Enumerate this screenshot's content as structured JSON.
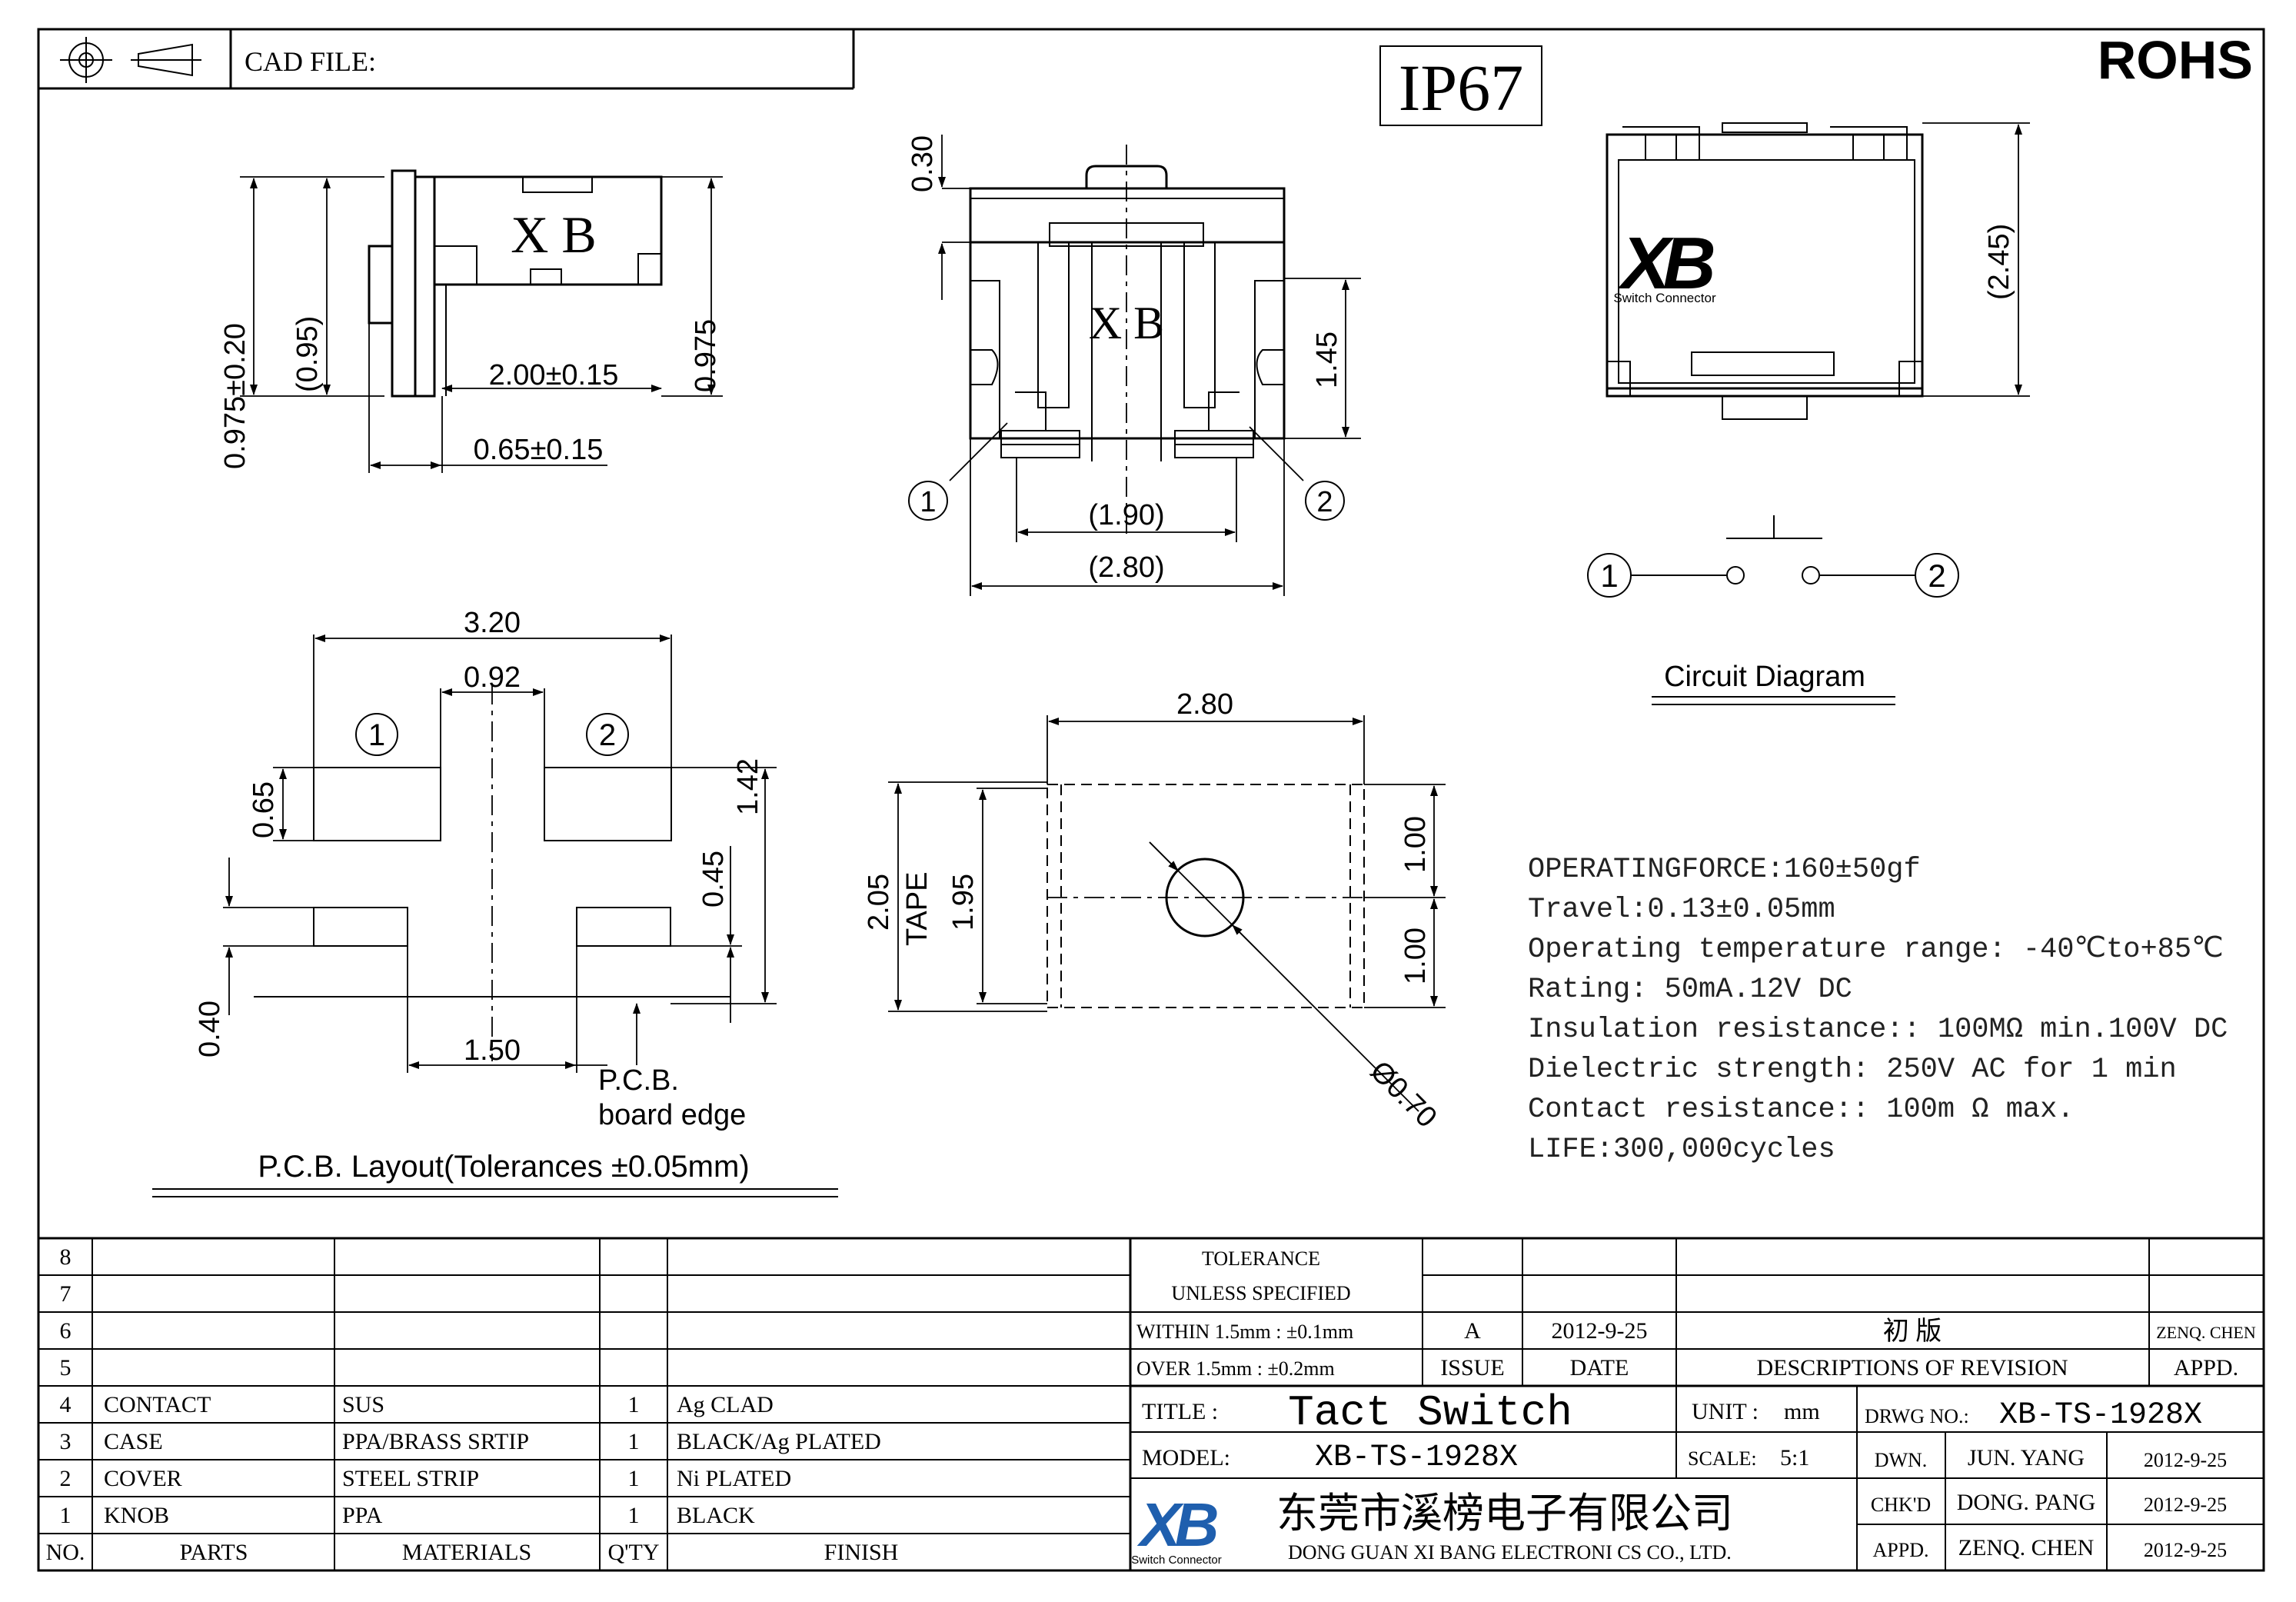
{
  "header": {
    "cad_file_label": "CAD FILE:",
    "ip_rating": "IP67",
    "rohs": "ROHS"
  },
  "side_view": {
    "marking": "X B",
    "dims": {
      "height_total": "0.975±0.20",
      "height_ref": "(0.95)",
      "length": "2.00±0.15",
      "height_right": "0.975",
      "offset": "0.65±0.15"
    }
  },
  "front_view": {
    "marking": "X B",
    "dims": {
      "top": "0.30",
      "height": "1.45",
      "inner": "(1.90)",
      "outer": "(2.80)"
    },
    "pins": [
      "1",
      "2"
    ]
  },
  "top_view": {
    "logo_text": "XB",
    "logo_sub": "Switch Connector",
    "dims": {
      "height": "(2.45)"
    }
  },
  "circuit": {
    "pins": [
      "1",
      "2"
    ],
    "label": "Circuit Diagram"
  },
  "pcb_layout": {
    "pins": [
      "1",
      "2"
    ],
    "dims": {
      "width": "3.20",
      "gap": "0.92",
      "pad_h": "0.65",
      "total_h": "1.42",
      "small_h": "0.45",
      "lower": "0.40",
      "spacing": "1.50"
    },
    "edge_label_1": "P.C.B.",
    "edge_label_2": "board edge",
    "title": "P.C.B. Layout(Tolerances ±0.05mm)"
  },
  "tape_view": {
    "dims": {
      "width": "2.80",
      "tape": "2.05",
      "tape_label": "TAPE",
      "inner_h": "1.95",
      "upper": "1.00",
      "lower": "1.00",
      "dia": "Ø0.70"
    }
  },
  "specs": [
    "OPERATINGFORCE:160±50gf",
    "Travel:0.13±0.05mm",
    "Operating temperature range: -40℃to+85℃",
    "Rating: 50mA.12V DC",
    "Insulation resistance:: 100MΩ min.100V DC",
    "Dielectric strength:  250V AC for 1 min",
    "Contact resistance:: 100m Ω max.",
    "LIFE:300,000cycles"
  ],
  "bom": {
    "headers": {
      "no": "NO.",
      "parts": "PARTS",
      "materials": "MATERIALS",
      "qty": "Q'TY",
      "finish": "FINISH"
    },
    "empty_rows": [
      "8",
      "7",
      "6",
      "5"
    ],
    "rows": [
      {
        "no": "4",
        "part": "CONTACT",
        "material": "SUS",
        "qty": "1",
        "finish": "Ag CLAD"
      },
      {
        "no": "3",
        "part": "CASE",
        "material": "PPA/BRASS SRTIP",
        "qty": "1",
        "finish": "BLACK/Ag PLATED"
      },
      {
        "no": "2",
        "part": "COVER",
        "material": "STEEL STRIP",
        "qty": "1",
        "finish": "Ni PLATED"
      },
      {
        "no": "1",
        "part": "KNOB",
        "material": "PPA",
        "qty": "1",
        "finish": "BLACK"
      }
    ]
  },
  "title_block": {
    "tolerance_1": "TOLERANCE",
    "tolerance_2": "UNLESS  SPECIFIED",
    "within": "WITHIN 1.5mm : ±0.1mm",
    "over": "OVER 1.5mm : ±0.2mm",
    "issue_value": "A",
    "issue_date": "2012-9-25",
    "revision_desc": "初  版",
    "revision_by": "ZENQ. CHEN",
    "issue_label": "ISSUE",
    "date_label": "DATE",
    "desc_label": "DESCRIPTIONS OF REVISION",
    "appd_label": "APPD.",
    "title_label": "TITLE :",
    "title_value": "Tact Switch",
    "unit_label": "UNIT :",
    "unit_value": "mm",
    "drwg_label": "DRWG NO.:",
    "drwg_value": "XB-TS-1928X",
    "model_label": "MODEL:",
    "model_value": "XB-TS-1928X",
    "scale_label": "SCALE:",
    "scale_value": "5:1",
    "dwn_label": "DWN.",
    "dwn_name": "JUN. YANG",
    "dwn_date": "2012-9-25",
    "chkd_label": "CHK'D",
    "chkd_name": "DONG. PANG",
    "chkd_date": "2012-9-25",
    "appd2_label": "APPD.",
    "appd_name": "ZENQ. CHEN",
    "appd_date": "2012-9-25",
    "company_cn": "东莞市溪榜电子有限公司",
    "company_en": "DONG GUAN XI BANG  ELECTRONI CS CO., LTD.",
    "logo_text": "XB",
    "logo_sub": "Switch Connector"
  }
}
